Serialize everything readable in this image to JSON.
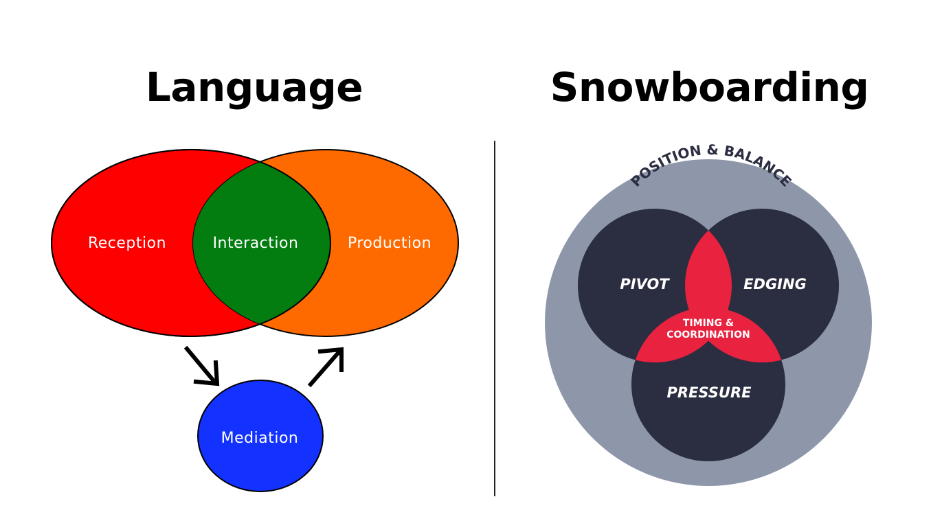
{
  "language": {
    "title": "Language",
    "reception": "Reception",
    "interaction": "Interaction",
    "production": "Production",
    "mediation": "Mediation",
    "colors": {
      "reception": "#fe0000",
      "interaction": "#037c10",
      "production": "#fe6a00",
      "mediation": "#1432ff"
    }
  },
  "snowboarding": {
    "title": "Snowboarding",
    "outer_label": "POSITION & BALANCE",
    "pivot": "PIVOT",
    "edging": "EDGING",
    "pressure": "PRESSURE",
    "center_line1": "TIMING &",
    "center_line2": "COORDINATION",
    "colors": {
      "outer": "#8e97aa",
      "circles": "#2b2d40",
      "overlap": "#e8223f"
    }
  }
}
